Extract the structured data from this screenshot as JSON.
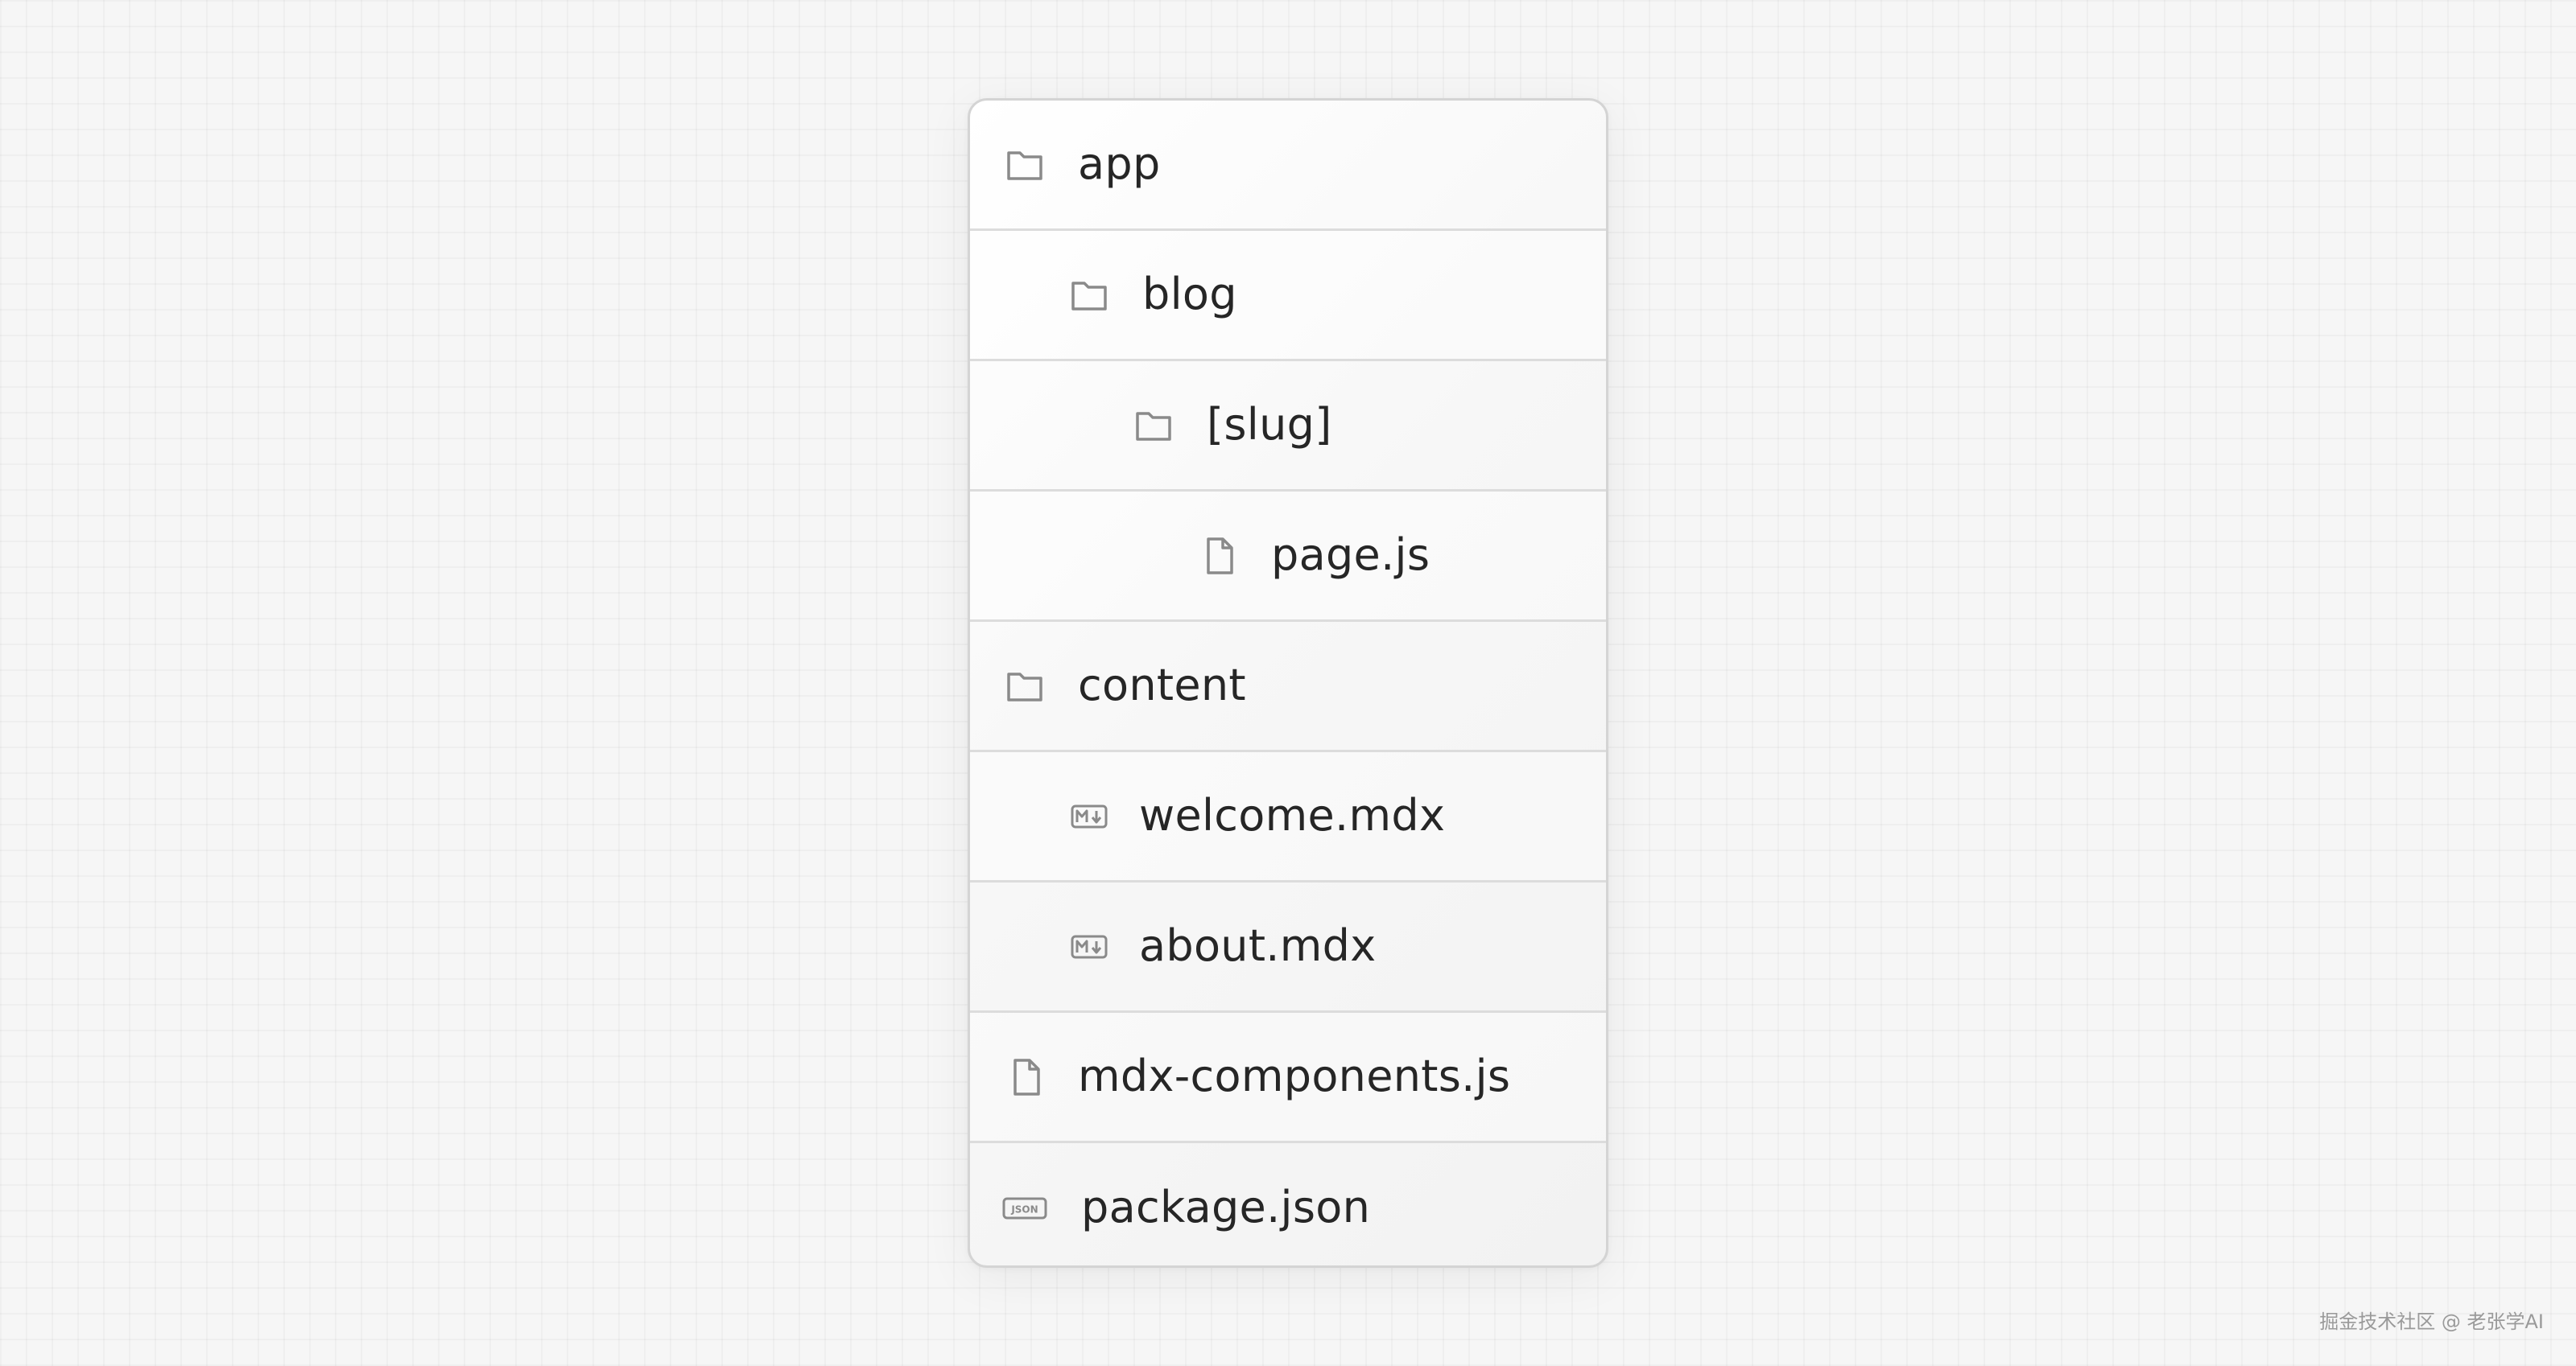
{
  "tree": {
    "items": [
      {
        "name": "app",
        "icon": "folder-icon",
        "depth": 0
      },
      {
        "name": "blog",
        "icon": "folder-icon",
        "depth": 1
      },
      {
        "name": "[slug]",
        "icon": "folder-icon",
        "depth": 2
      },
      {
        "name": "page.js",
        "icon": "file-icon",
        "depth": 3
      },
      {
        "name": "content",
        "icon": "folder-icon",
        "depth": 0
      },
      {
        "name": "welcome.mdx",
        "icon": "markdown-icon",
        "depth": 1
      },
      {
        "name": "about.mdx",
        "icon": "markdown-icon",
        "depth": 1
      },
      {
        "name": "mdx-components.js",
        "icon": "file-icon",
        "depth": 0
      },
      {
        "name": "package.json",
        "icon": "json-icon",
        "depth": 0
      }
    ]
  },
  "watermark": {
    "text": "掘金技术社区 @ 老张学AI"
  },
  "colors": {
    "icon_stroke": "#8a8a8a",
    "text": "#262626",
    "divider": "#dcdcdc"
  }
}
